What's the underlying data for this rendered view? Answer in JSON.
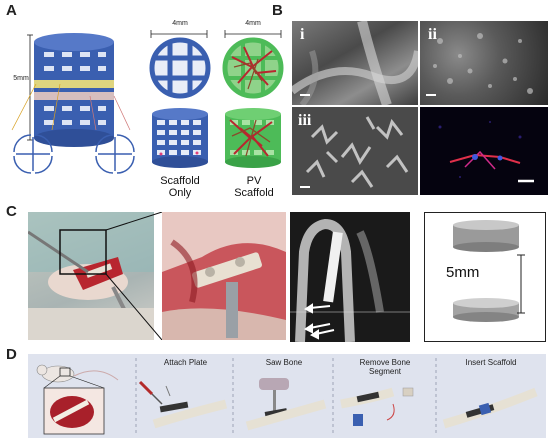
{
  "panels": {
    "a": "A",
    "b": "B",
    "c": "C",
    "d": "D"
  },
  "panel_a": {
    "height_label": "5mm",
    "width_label_left": "4mm",
    "width_label_right": "4mm",
    "caption_left": "Scaffold\nOnly",
    "caption_right": "PV\nScaffold"
  },
  "panel_b": {
    "sub_i": "i",
    "sub_ii": "ii",
    "sub_iii": "iii"
  },
  "panel_c": {
    "scale_label": "5mm"
  },
  "panel_d": {
    "steps": [
      "Attach Plate",
      "Saw Bone",
      "Remove Bone\nSegment",
      "Insert Scaffold"
    ]
  },
  "colors": {
    "scaffold_blue": "#3a5fb0",
    "pv_green": "#4dbb58",
    "tissue_red": "#b8262f",
    "panel_d_bg": "#dfe3ee"
  }
}
